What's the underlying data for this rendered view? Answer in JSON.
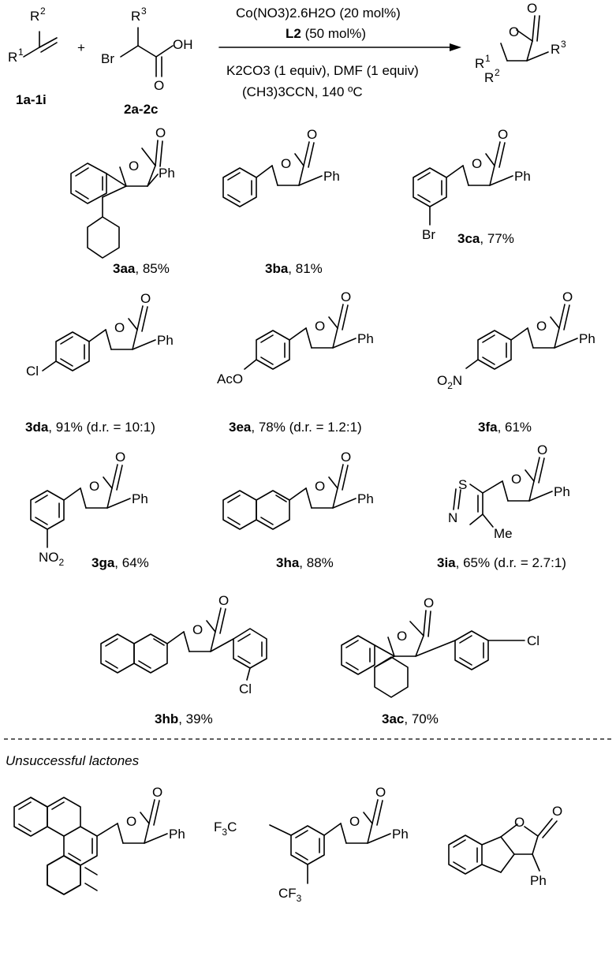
{
  "scheme": {
    "reactant1": {
      "R1": "R",
      "R1_sup": "1",
      "R2": "R",
      "R2_sup": "2",
      "label": "1a-1i"
    },
    "plus": "+",
    "reactant2": {
      "R3": "R",
      "R3_sup": "3",
      "Br": "Br",
      "OH": "OH",
      "O": "O",
      "label": "2a-2c"
    },
    "conditions": {
      "line1": "Co(NO3)2.6H2O (20 mol%)",
      "line2_bold": "L2",
      "line2_rest": " (50 mol%)",
      "line3": "K2CO3 (1 equiv), DMF (1 equiv)",
      "line4": "(CH3)3CCN, 140 ºC"
    },
    "product": {
      "R1": "R",
      "R1_sup": "1",
      "R2": "R",
      "R2_sup": "2",
      "R3": "R",
      "R3_sup": "3",
      "O_ring": "O",
      "O_carbonyl": "O"
    }
  },
  "products": [
    {
      "id": "3aa",
      "rest": ", 85%"
    },
    {
      "id": "3ba",
      "rest": ", 81%"
    },
    {
      "id": "3ca",
      "rest": ", 77%"
    },
    {
      "id": "3da",
      "rest": ", 91% (d.r. = 10:1)"
    },
    {
      "id": "3ea",
      "rest": ", 78% (d.r. = 1.2:1)"
    },
    {
      "id": "3fa",
      "rest": ", 61%"
    },
    {
      "id": "3ga",
      "rest": ", 64%"
    },
    {
      "id": "3ha",
      "rest": ", 88%"
    },
    {
      "id": "3ia",
      "rest": ", 65% (d.r. = 2.7:1)"
    },
    {
      "id": "3hb",
      "rest": ", 39%"
    },
    {
      "id": "3ac",
      "rest": ", 70%"
    }
  ],
  "atoms": {
    "O": "O",
    "Ph": "Ph",
    "Br": "Br",
    "Cl": "Cl",
    "AcO": "AcO",
    "O2N": "O",
    "O2N_sub": "2",
    "O2N_N": "N",
    "NO2_N": "NO",
    "NO2_sub": "2",
    "S": "S",
    "N": "N",
    "Me": "Me",
    "CF3": "CF",
    "CF3_sub": "3",
    "F3C_F": "F",
    "F3C_sub": "3",
    "F3C_C": "C"
  },
  "unsuccessful_title": "Unsuccessful lactones"
}
